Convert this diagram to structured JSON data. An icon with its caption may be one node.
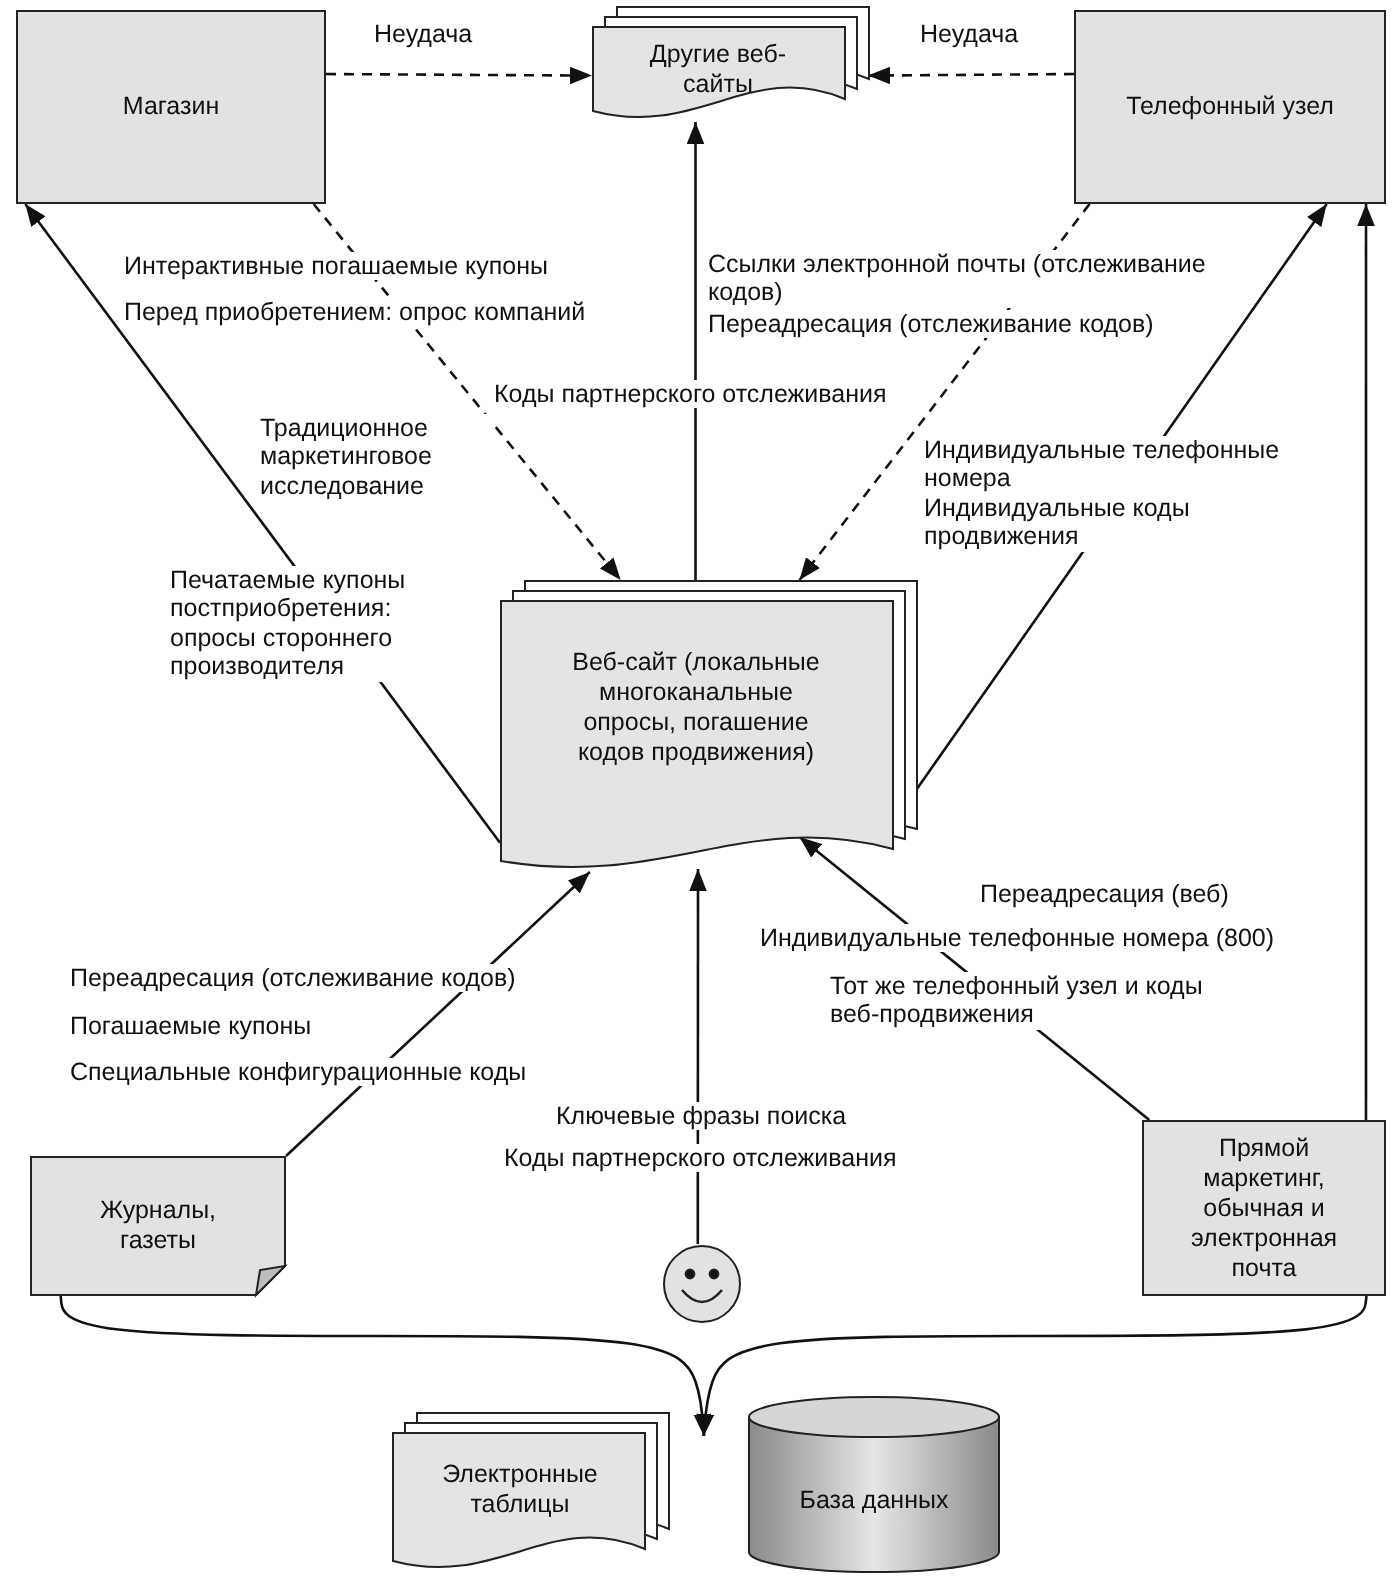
{
  "diagram": {
    "nodes": [
      {
        "text": [
          "Магазин"
        ]
      },
      {
        "text": [
          "Другие веб-сайты"
        ]
      },
      {
        "text": [
          "Телефонный узел"
        ]
      },
      {
        "text": [
          "Веб-сайт (локальные многоканальные опросы, погашение кодов продвижения)"
        ]
      },
      {
        "text": [
          "Журналы, газеты"
        ]
      },
      {
        "text": [],
        "shape": "person"
      },
      {
        "text": [
          "Прямой маркетинг, обычная и электронная почта"
        ]
      },
      {
        "text": [
          "Электронные таблицы"
        ]
      },
      {
        "text": [
          "База данных"
        ]
      }
    ],
    "edges": [
      {
        "from": 0,
        "to": 1,
        "arrow": "to",
        "style": "dashed",
        "label": "Неудача"
      },
      {
        "from": 2,
        "to": 1,
        "arrow": "to",
        "style": "dashed",
        "label": "Неудача"
      },
      {
        "from": 0,
        "to": 3,
        "arrow": "to",
        "style": "dashed"
      },
      {
        "from": 2,
        "to": 3,
        "arrow": "to",
        "style": "dashed"
      },
      {
        "from": 3,
        "to": 1,
        "arrow": "to",
        "label": "Коды партнерского отслеживания"
      },
      {
        "from": 3,
        "to": 0,
        "arrow": "to"
      },
      {
        "from": 3,
        "to": 2,
        "arrow": "to"
      },
      {
        "from": 6,
        "to": 2,
        "arrow": "to"
      },
      {
        "from": 4,
        "to": 3,
        "arrow": "to"
      },
      {
        "from": 5,
        "to": 3,
        "arrow": "to"
      },
      {
        "from": 6,
        "to": 3,
        "arrow": "to"
      },
      {
        "from": 4,
        "to": 7,
        "arrow": "to"
      },
      {
        "from": 6,
        "to": 7,
        "arrow": "to"
      }
    ],
    "labels": [
      "Интерактивные погашаемые купоны",
      "Перед приобретением: опрос компаний",
      "Ссылки электронной почты (отслеживание кодов)",
      "Переадресация (отслеживание кодов)",
      "Традиционное маркетинговое исследование",
      "Индивидуальные телефонные номера",
      "Индивидуальные коды продвижения",
      "Печатаемые купоны постприобретения: опросы стороннего производителя",
      "Переадресация (веб)",
      "Индивидуальные телефонные номера (800)",
      "Тот же телефонный узел и коды веб-продвижения",
      "Переадресация (отслеживание кодов)",
      "Погашаемые купоны",
      "Специальные конфигурационные коды",
      "Ключевые фразы поиска",
      "Коды партнерского отслеживания"
    ]
  }
}
